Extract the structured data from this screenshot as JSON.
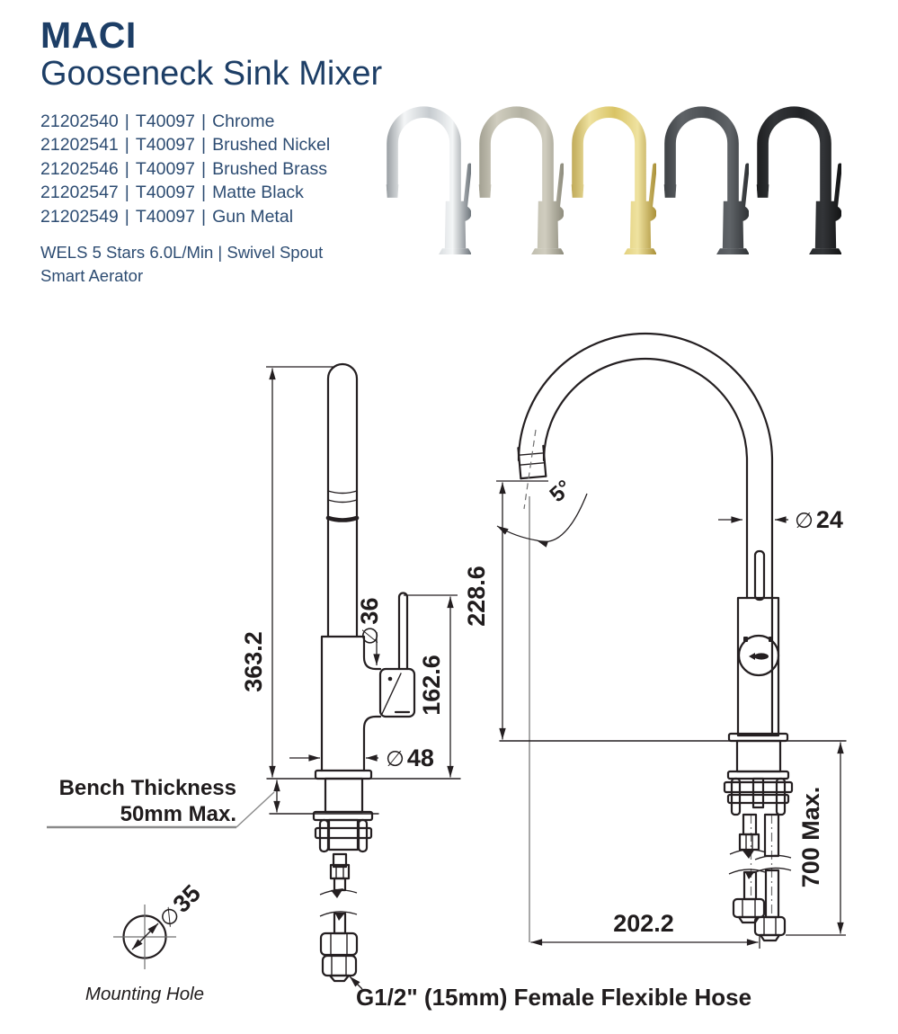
{
  "header": {
    "brand": "MACI",
    "subtitle": "Gooseneck Sink Mixer"
  },
  "separator": "|",
  "products": [
    {
      "code": "21202540",
      "series": "T40097",
      "finish": "Chrome"
    },
    {
      "code": "21202541",
      "series": "T40097",
      "finish": "Brushed Nickel"
    },
    {
      "code": "21202546",
      "series": "T40097",
      "finish": "Brushed Brass"
    },
    {
      "code": "21202547",
      "series": "T40097",
      "finish": "Matte Black"
    },
    {
      "code": "21202549",
      "series": "T40097",
      "finish": "Gun Metal"
    }
  ],
  "features": {
    "line1": "WELS 5 Stars 6.0L/Min | Swivel Spout",
    "line2": "Smart Aerator"
  },
  "finishes": [
    {
      "name": "Chrome",
      "light": "#f4f6f7",
      "mid": "#c6cbcf",
      "dark": "#6f767c"
    },
    {
      "name": "Brushed Nickel",
      "light": "#d0cdbf",
      "mid": "#b4b2a3",
      "dark": "#8e8c7d"
    },
    {
      "name": "Brushed Brass",
      "light": "#efe2a0",
      "mid": "#d9c465",
      "dark": "#aa9038"
    },
    {
      "name": "Gun Metal",
      "light": "#5f6367",
      "mid": "#4b4f53",
      "dark": "#2f3235"
    },
    {
      "name": "Matte Black",
      "light": "#333538",
      "mid": "#222427",
      "dark": "#131415"
    }
  ],
  "colors": {
    "title": "#1d3e66",
    "body_text": "#2d4c72",
    "line": "#241f21"
  },
  "drawing": {
    "labels": {
      "dia_sym": "∅",
      "overall_height": "363.2",
      "spout_dia": "36",
      "handle_height": "162.6",
      "base_dia": "48",
      "bench_line1": "Bench Thickness",
      "bench_line2": "50mm Max.",
      "mount_dia": "35",
      "mount_label": "Mounting Hole",
      "outlet_height": "228.6",
      "spout_angle": "5°",
      "tube_dia": "24",
      "under_bench": "700 Max.",
      "reach": "202.2",
      "hose_label": "G1/2\" (15mm) Female Flexible Hose"
    }
  }
}
